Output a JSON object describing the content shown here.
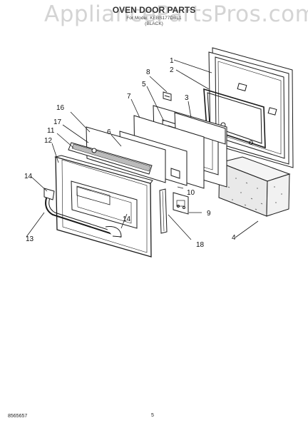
{
  "watermark": "AppliancePartsPros.com",
  "title": "OVEN DOOR PARTS",
  "subtitle": "For Model: KEBS177DBL1",
  "subtitle_color": "(BLACK)",
  "footer": {
    "doc_number": "8565657",
    "page_number": "5"
  },
  "callouts": [
    "1",
    "2",
    "3",
    "4",
    "5",
    "6",
    "7",
    "8",
    "9",
    "10",
    "11",
    "12",
    "13",
    "14",
    "14",
    "16",
    "17",
    "18"
  ],
  "colors": {
    "line": "#1a1a1a",
    "insulation": "#e9e9e9"
  }
}
